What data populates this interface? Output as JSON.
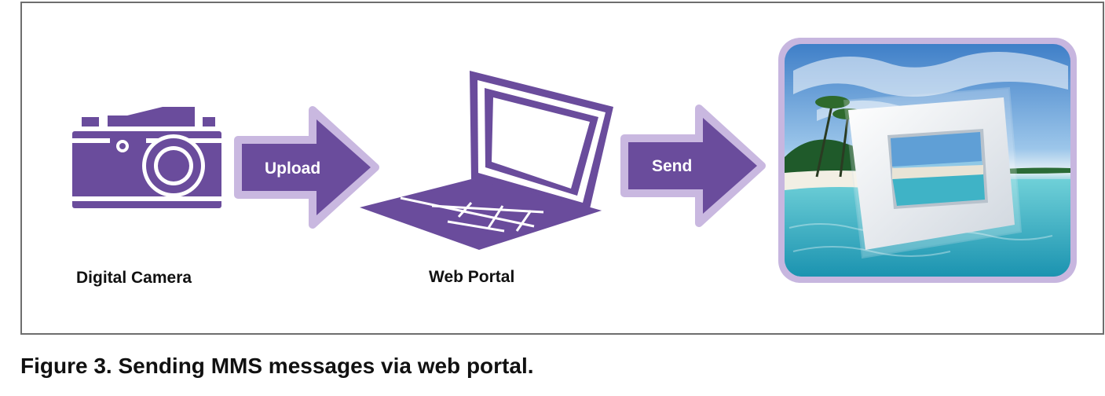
{
  "diagram": {
    "nodes": [
      {
        "id": "camera",
        "label": "Digital Camera",
        "icon": "camera-icon"
      },
      {
        "id": "portal",
        "label": "Web Portal",
        "icon": "laptop-icon"
      },
      {
        "id": "frame",
        "label": "",
        "icon": "digital-photo-frame-image"
      }
    ],
    "arrows": [
      {
        "from": "camera",
        "to": "portal",
        "label": "Upload"
      },
      {
        "from": "portal",
        "to": "frame",
        "label": "Send"
      }
    ]
  },
  "caption": "Figure 3. Sending MMS messages via web portal.",
  "colors": {
    "accent": "#6a4c9c",
    "arrow_outline": "#c9b8e0",
    "frame_border": "#c7b6df",
    "border": "#6e6e6e"
  }
}
